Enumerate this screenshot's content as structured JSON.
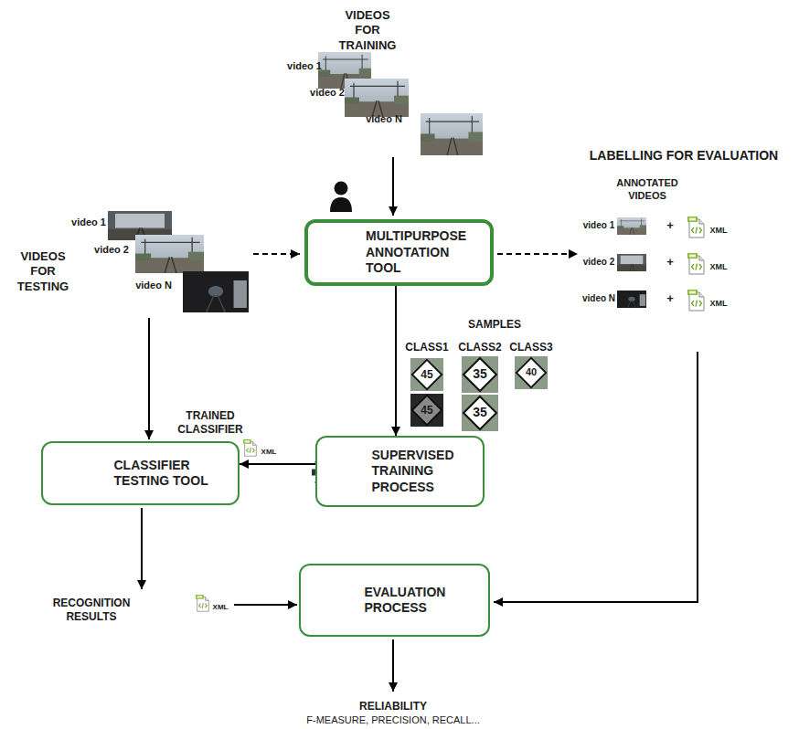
{
  "diagram": {
    "nodes": [
      {
        "text": [
          "MULTIPURPOSE ANNOTATION TOOL"
        ]
      },
      {
        "text": [
          "SUPERVISED TRAINING PROCESS"
        ]
      },
      {
        "text": [
          "CLASSIFIER TESTING TOOL"
        ]
      },
      {
        "text": [
          "EVALUATION PROCESS"
        ]
      }
    ],
    "edges": [
      {
        "from": 0,
        "to": 1,
        "arrow": "to"
      },
      {
        "from": 1,
        "to": 2,
        "arrow": "to"
      }
    ],
    "labels": [
      "VIDEOS FOR TRAINING",
      "video 1",
      "video 2",
      "video N",
      "VIDEOS FOR TESTING",
      "video 1",
      "video 2",
      "video N",
      "LABELLING FOR EVALUATION",
      "ANNOTATED VIDEOS",
      "video 1",
      "+",
      "XML",
      "video 2",
      "+",
      "XML",
      "video N",
      "+",
      "XML",
      "SAMPLES",
      "CLASS1",
      "CLASS2",
      "CLASS3",
      "45",
      "35",
      "40",
      "45",
      "35",
      "TRAINED CLASSIFIER",
      "XML",
      "RECOGNITION RESULTS",
      "XML",
      "RELIABILITY",
      "F-MEASURE, PRECISION, RECALL..."
    ]
  }
}
